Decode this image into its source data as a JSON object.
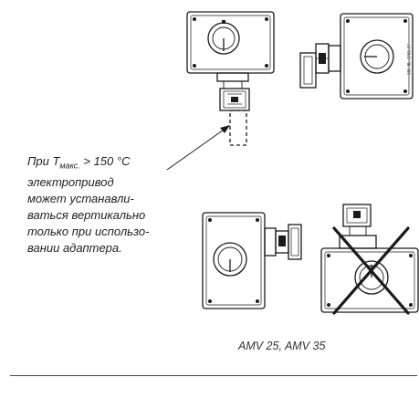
{
  "note": {
    "line1_prefix": "При T",
    "line1_sub": "макс.",
    "line1_suffix": " > 150 °C",
    "lines": [
      "электропривод",
      "может устанавли-",
      "ваться вертикально",
      "только при использо-",
      "вании адаптера."
    ]
  },
  "model_label": "AMV 25, AMV 35",
  "vertical_code": "SBC\nNL-I743.97"
}
